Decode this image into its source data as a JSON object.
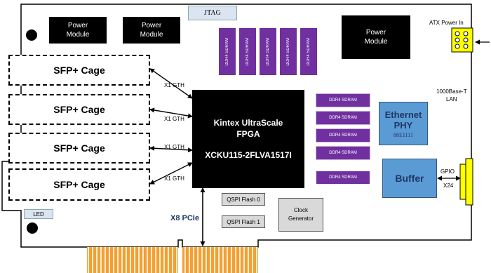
{
  "jtag": "JTAG",
  "power_modules": [
    "Power\nModule",
    "Power\nModule",
    "Power\nModule"
  ],
  "atx_power": "ATX Power In",
  "sfp_cages": [
    "SFP+ Cage",
    "SFP+ Cage",
    "SFP+ Cage",
    "SFP+ Cage"
  ],
  "gth_label": "X1 GTH",
  "fpga": {
    "line1": "Kintex UltraScale",
    "line2": "FPGA",
    "part": "XCKU115-2FLVA1517I"
  },
  "ddr_vertical": [
    "DDR4 SDRAM",
    "DDR4 SDRAM",
    "DDR4 SDRAM",
    "DDR4 SDRAM",
    "DDR4 SDRAM"
  ],
  "ddr_horizontal": [
    "DDR4 SDRAM",
    "DDR4 SDRAM",
    "DDR4 SDRAM",
    "DDR4 SDRAM",
    "DDR4 SDRAM"
  ],
  "ethernet": {
    "title": "Ethernet\nPHY",
    "part": "88E1111",
    "lan": "1000Base-T\nLAN"
  },
  "buffer": "Buffer",
  "gpio": {
    "label": "GPIO",
    "count": "X24"
  },
  "qspi": [
    "QSPI Flash 0",
    "QSPI Flash 1"
  ],
  "clock": "Clock\nGenerator",
  "led": "LED",
  "pcie": "X8 PCIe",
  "colors": {
    "ddr": "#7030a0",
    "blue": "#5b9bd5",
    "finger": "#f4a030",
    "header": "#ffff00",
    "pcie": "#1f3864"
  }
}
